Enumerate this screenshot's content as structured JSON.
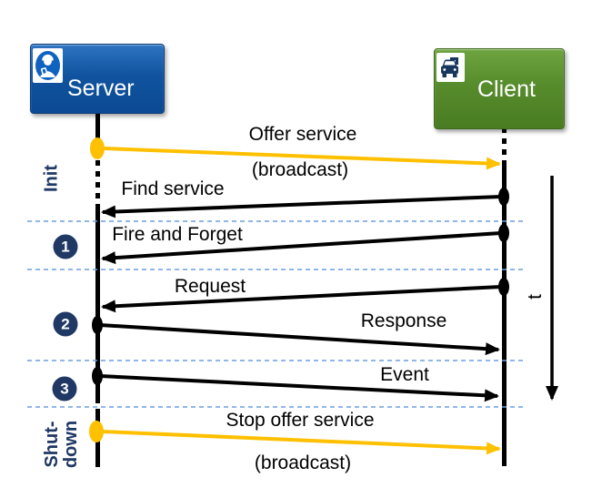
{
  "diagram": {
    "actors": [
      {
        "label": "Server",
        "icon": "engineer-icon",
        "color": "#11539F"
      },
      {
        "label": "Client",
        "icon": "car-icon",
        "color": "#578C2C"
      }
    ],
    "phases": [
      {
        "label": "Init"
      },
      {
        "label": "1"
      },
      {
        "label": "2"
      },
      {
        "label": "3"
      },
      {
        "label": "Shut-down",
        "line1": "Shut-",
        "line2": "down"
      }
    ],
    "messages": [
      {
        "label": "Offer service",
        "sublabel": "(broadcast)",
        "from": "Server",
        "to": "Client",
        "color": "#FFC000"
      },
      {
        "label": "Find service",
        "from": "Client",
        "to": "Server",
        "color": "#000000"
      },
      {
        "label": "Fire and Forget",
        "from": "Client",
        "to": "Server",
        "color": "#000000"
      },
      {
        "label": "Request",
        "from": "Client",
        "to": "Server",
        "color": "#000000"
      },
      {
        "label": "Response",
        "from": "Server",
        "to": "Client",
        "color": "#000000"
      },
      {
        "label": "Event",
        "from": "Server",
        "to": "Client",
        "color": "#000000"
      },
      {
        "label": "Stop offer service",
        "sublabel": "(broadcast)",
        "from": "Server",
        "to": "Client",
        "color": "#FFC000"
      }
    ],
    "time_axis": {
      "label": "t"
    },
    "colors": {
      "broadcast_yellow": "#FFC000",
      "phase_navy": "#1F3864",
      "separator_blue": "#6D9EE0"
    }
  }
}
